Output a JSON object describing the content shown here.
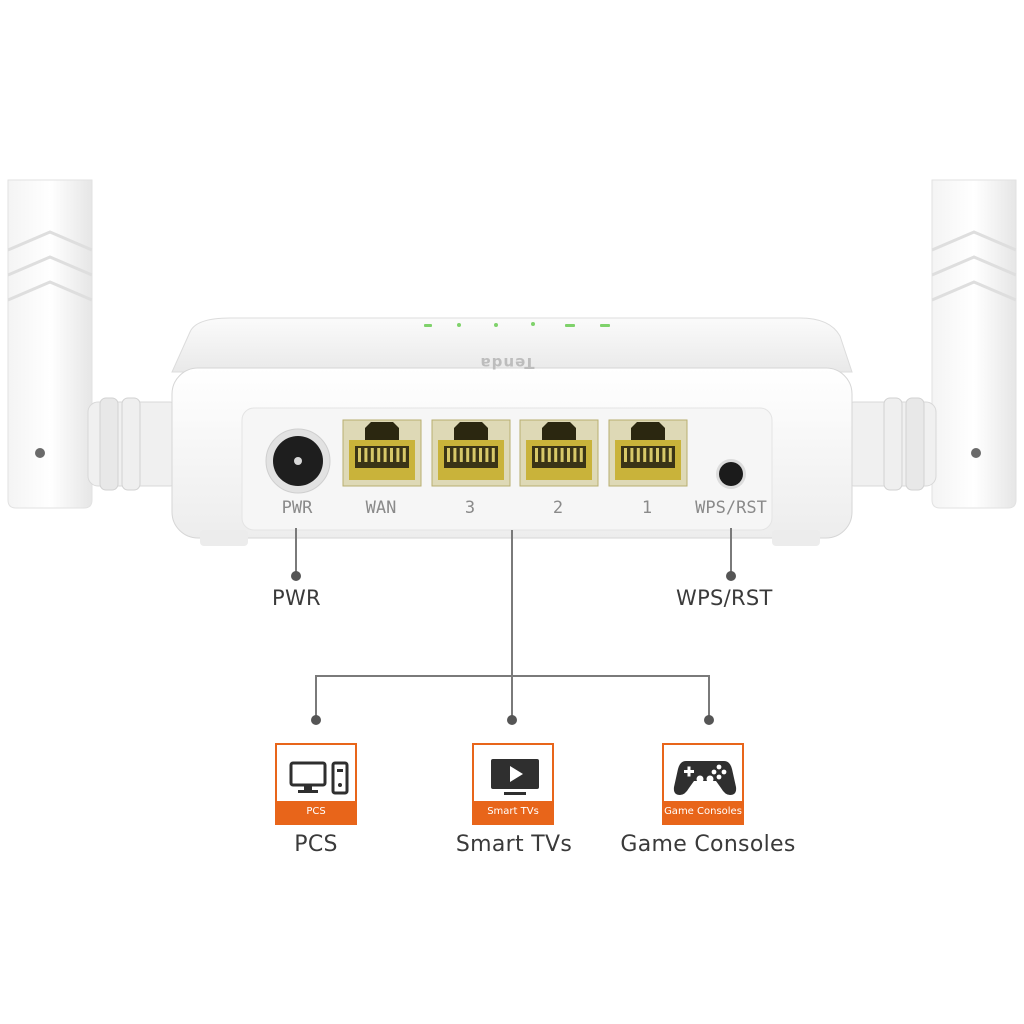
{
  "device": {
    "brand_mark": "Tenda",
    "ports": [
      {
        "label": "PWR"
      },
      {
        "label": "WAN"
      },
      {
        "label": "3"
      },
      {
        "label": "2"
      },
      {
        "label": "1"
      },
      {
        "label": "WPS/RST"
      }
    ]
  },
  "callouts": {
    "power": "PWR",
    "wps": "WPS/RST"
  },
  "devices": [
    {
      "icon": "pc-icon",
      "badge": "PCS",
      "label": "PCS"
    },
    {
      "icon": "tv-icon",
      "badge": "Smart TVs",
      "label": "Smart TVs"
    },
    {
      "icon": "gamepad-icon",
      "badge": "Game Consoles",
      "label": "Game Consoles"
    }
  ],
  "colors": {
    "accent": "#e8651a",
    "port_yellow": "#c9b33a",
    "line": "#7a7a7a"
  }
}
